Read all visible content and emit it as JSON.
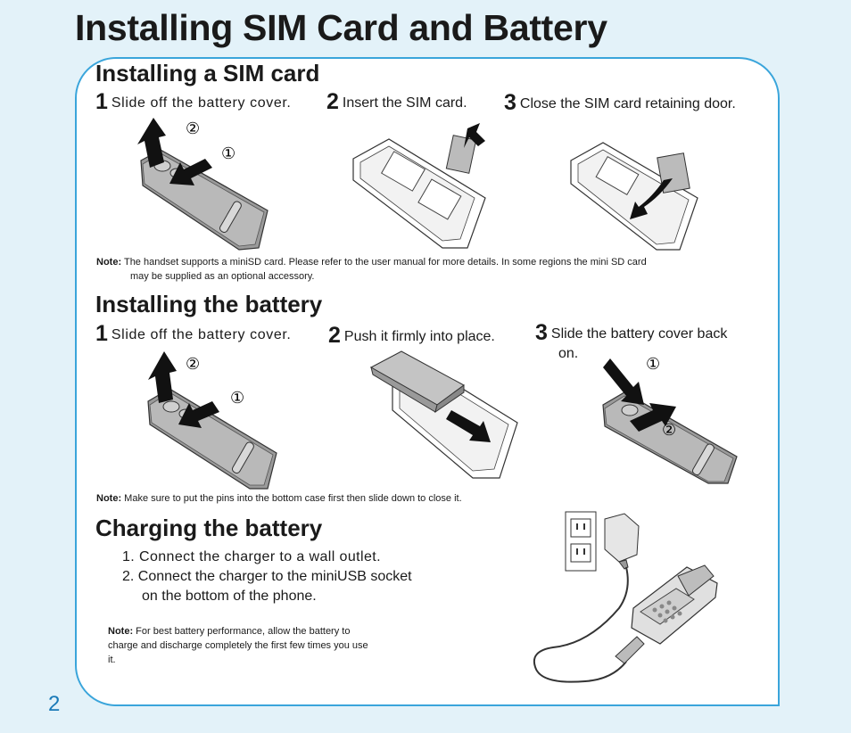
{
  "page": {
    "title": "Installing SIM Card and Battery",
    "page_number": "2"
  },
  "sim": {
    "heading": "Installing a SIM card",
    "steps": [
      {
        "num": "1",
        "text": "Slide off the battery cover."
      },
      {
        "num": "2",
        "text": "Insert the SIM card."
      },
      {
        "num": "3",
        "text": "Close the SIM card retaining door."
      }
    ],
    "note_label": "Note:",
    "note_line1": "The handset supports a miniSD card. Please refer to the user manual for more details. In some regions the mini SD card",
    "note_line2": "may be supplied as an optional accessory."
  },
  "battery": {
    "heading": "Installing the battery",
    "steps": [
      {
        "num": "1",
        "text": "Slide off the battery cover."
      },
      {
        "num": "2",
        "text": "Push it firmly into place."
      },
      {
        "num": "3",
        "text": "Slide the battery cover back",
        "text2": "on."
      }
    ],
    "note_label": "Note:",
    "note": "Make sure to put the pins into the bottom case first then slide down to close it."
  },
  "charging": {
    "heading": "Charging the battery",
    "items": [
      "1. Connect the charger to a wall outlet.",
      "2. Connect the charger to the miniUSB socket",
      "on  the bottom of the phone."
    ],
    "note_label": "Note:",
    "note_line1": "For best battery performance, allow the battery to",
    "note_line2": "charge and discharge completely the first few times you use",
    "note_line3": "it."
  },
  "markers": {
    "one": "①",
    "two": "②"
  },
  "colors": {
    "background": "#e3f2f9",
    "panel_border": "#3aa5db",
    "page_number": "#1a7ab8"
  }
}
